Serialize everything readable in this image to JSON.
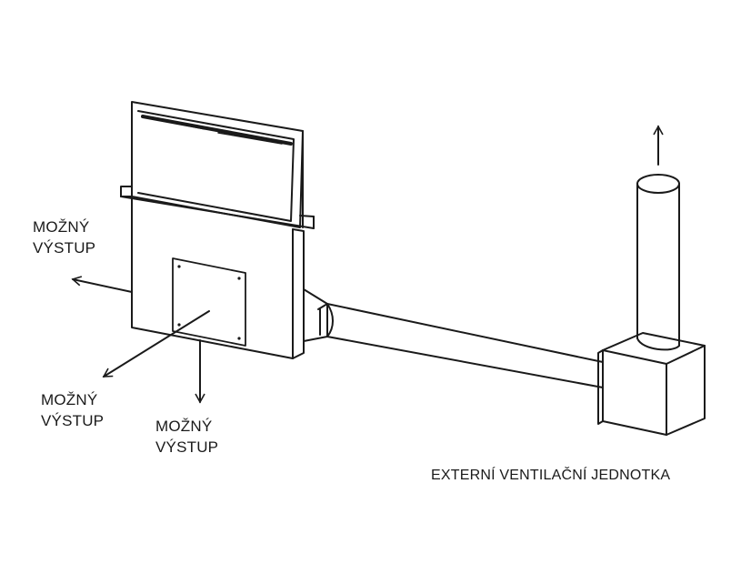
{
  "labels": {
    "outlet_left": {
      "line1": "MOŽNÝ",
      "line2": "VÝSTUP"
    },
    "outlet_bottom_left": {
      "line1": "MOŽNÝ",
      "line2": "VÝSTUP"
    },
    "outlet_bottom": {
      "line1": "MOŽNÝ",
      "line2": "VÝSTUP"
    },
    "external_unit": "EXTERNÍ VENTILAČNÍ JEDNOTKA"
  },
  "colors": {
    "stroke": "#1a1a1a",
    "background": "#ffffff"
  }
}
